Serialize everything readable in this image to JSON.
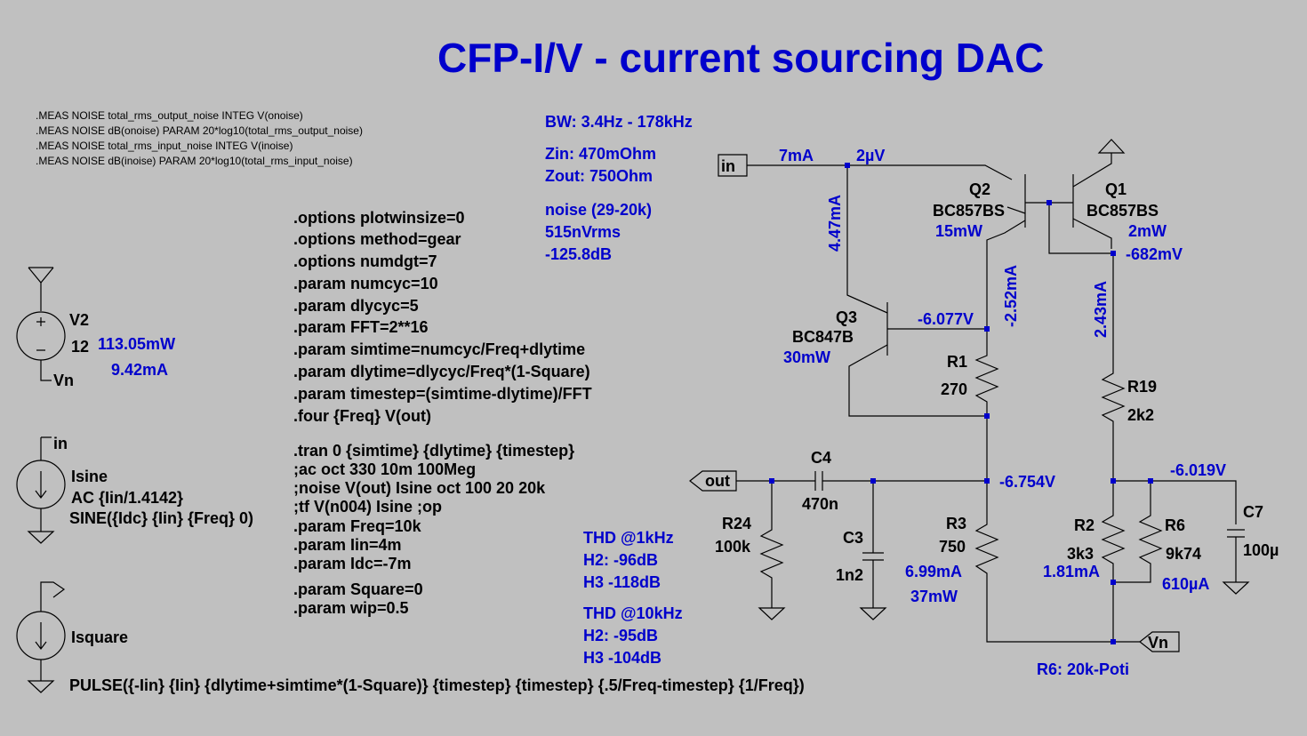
{
  "title": "CFP-I/V - current sourcing DAC",
  "meas": [
    ".MEAS NOISE total_rms_output_noise INTEG V(onoise)",
    ".MEAS NOISE dB(onoise) PARAM 20*log10(total_rms_output_noise)",
    ".MEAS NOISE total_rms_input_noise INTEG V(inoise)",
    ".MEAS NOISE dB(inoise) PARAM 20*log10(total_rms_input_noise)"
  ],
  "params": [
    ".options plotwinsize=0",
    ".options method=gear",
    ".options numdgt=7",
    ".param numcyc=10",
    ".param dlycyc=5",
    ".param FFT=2**16",
    ".param simtime=numcyc/Freq+dlytime",
    ".param dlytime=dlycyc/Freq*(1-Square)",
    ".param timestep=(simtime-dlytime)/FFT",
    ".four {Freq} V(out)"
  ],
  "sim": [
    ".tran 0 {simtime} {dlytime} {timestep}",
    ";ac oct 330 10m 100Meg",
    ";noise V(out) Isine oct 100 20 20k",
    ";tf V(n004) Isine                    ;op",
    ".param Freq=10k",
    ".param Iin=4m",
    ".param Idc=-7m"
  ],
  "params2": [
    ".param Square=0",
    ".param wip=0.5"
  ],
  "specs": {
    "bw": "BW: 3.4Hz - 178kHz",
    "zin": "Zin: 470mOhm",
    "zout": "Zout: 750Ohm",
    "noise1": "noise (29-20k)",
    "noise2": "515nVrms",
    "noise3": "-125.8dB"
  },
  "thd1k": [
    "THD @1kHz",
    "H2:  -96dB",
    "H3 -118dB"
  ],
  "thd10k": [
    "THD @10kHz",
    "H2:  -95dB",
    "H3 -104dB"
  ],
  "sources": {
    "v2_name": "V2",
    "v2_val": "12",
    "v2_power": "113.05mW",
    "v2_current": "9.42mA",
    "v2_net": "Vn",
    "isine_net": "in",
    "isine_name": "Isine",
    "isine_ac": "AC {Iin/1.4142}",
    "isine_sine": "SINE({Idc} {Iin} {Freq} 0)",
    "isquare_name": "Isquare",
    "pulse": "PULSE({-Iin} {Iin} {dlytime+simtime*(1-Square)} {timestep} {timestep} {.5/Freq-timestep} {1/Freq})"
  },
  "ports": {
    "in": "in",
    "out": "out",
    "vn": "Vn"
  },
  "parts": {
    "q1_name": "Q1",
    "q1_model": "BC857BS",
    "q1_power": "2mW",
    "q2_name": "Q2",
    "q2_model": "BC857BS",
    "q2_power": "15mW",
    "q3_name": "Q3",
    "q3_model": "BC847B",
    "q3_power": "30mW",
    "r1_name": "R1",
    "r1_val": "270",
    "r19_name": "R19",
    "r19_val": "2k2",
    "r2_name": "R2",
    "r2_val": "3k3",
    "r2_current": "1.81mA",
    "r6_name": "R6",
    "r6_val": "9k74",
    "r6_current": "610µA",
    "r3_name": "R3",
    "r3_val": "750",
    "r3_current": "6.99mA",
    "r3_power": "37mW",
    "r24_name": "R24",
    "r24_val": "100k",
    "c4_name": "C4",
    "c4_val": "470n",
    "c3_name": "C3",
    "c3_val": "1n2",
    "c7_name": "C7",
    "c7_val": "100µ",
    "r6_note": "R6: 20k-Poti"
  },
  "labels": {
    "in_current": "7mA",
    "in_voltage": "2µV",
    "i_q3_col": "4.47mA",
    "i_q2_col": "-2.52mA",
    "i_r19": "2.43mA",
    "v_q1": "-682mV",
    "v_q3_base": "-6.077V",
    "v_out_node": "-6.754V",
    "v_r2_node": "-6.019V"
  }
}
